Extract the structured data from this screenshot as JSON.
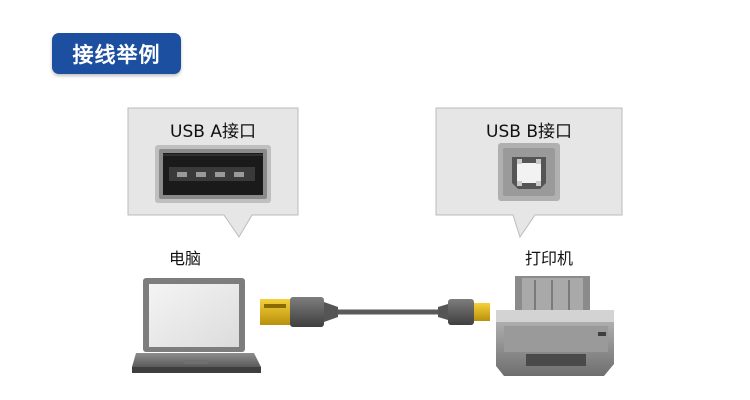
{
  "title": "接线举例",
  "callout_a": {
    "label": "USB A接口"
  },
  "callout_b": {
    "label": "USB B接口"
  },
  "computer": {
    "label": "电脑"
  },
  "printer": {
    "label": "打印机"
  },
  "colors": {
    "title_bg": "#1d4fa0",
    "callout_bg": "#e6e6e6",
    "connector_gold": "#e0b81a",
    "cable": "#5a5a5a"
  }
}
